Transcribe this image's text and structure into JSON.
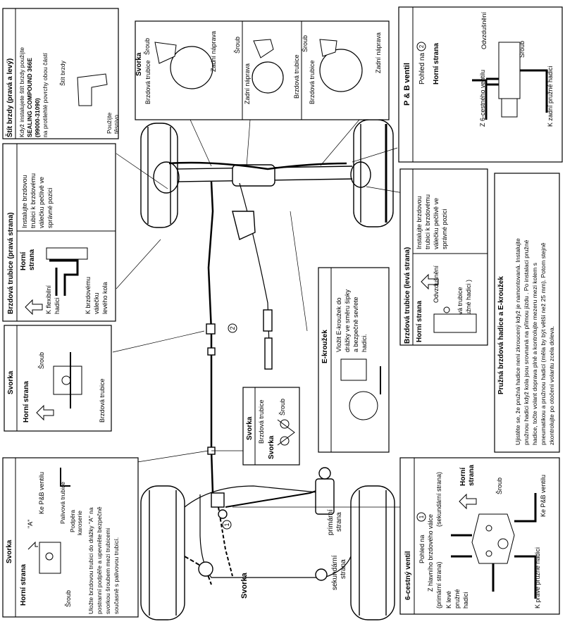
{
  "panel_sit": {
    "title": "Štít brzdy (pravá a levý)",
    "text": [
      "Když instalujete štít brzdy použijte",
      "SEALING COMPOUND 366E",
      "(99000-31090)",
      "na protilehlé povrchy obou částí"
    ],
    "part_label": "Štít brzdy",
    "sealant_label": [
      "Použijte",
      "těsnivo"
    ]
  },
  "panel_top_clamps": {
    "svorka": "Svorka",
    "brzdova_trubice": "Brzdová trubice",
    "sroub": "Šroub",
    "zadni_naprava": "Zadní náprava"
  },
  "panel_pb": {
    "title": "P & B  ventil",
    "view": "Pohled na",
    "view_num": "2",
    "horni_strana": "Horní strana",
    "odvzdusneni": "Odvzdušnění",
    "sroub": "Šroub",
    "ventil6": "Z 6-cestného ventilu",
    "zadni_hadice": "K zadní pružné hadici"
  },
  "panel_trubice_prava": {
    "title": "Brzdová trubice (pravá strana)",
    "instr": [
      "Instalujte brzdovou",
      "trubici k brzdovému",
      "válečku pečlivě ve",
      "správné pozici"
    ],
    "horni_strana": [
      "Horní",
      "strana"
    ],
    "flex": [
      "K flexibilní",
      "hadici"
    ],
    "valecek": [
      "K brzdovému",
      "válečku",
      "levého kola"
    ]
  },
  "panel_trubice_leva": {
    "title": "Brzdová trubice (levá strana)",
    "instr": [
      "Instalujte brzdovou",
      "trubici k brzdovému",
      "válečku pečlivě ve",
      "správné pozici"
    ],
    "horni_strana": "Horní strana",
    "odvzdusneni": "Odvzdušnění",
    "brzdova": "Brzdová trubice",
    "hadice": "( K pružné hadici )"
  },
  "panel_ekrouzek": {
    "title": "E-kroužek",
    "instr": [
      "Vložit E-kroužek do",
      "drážky ve směru šipky",
      "a bezpečně  sevřete",
      "hadici."
    ]
  },
  "panel_svorka_mid": {
    "title": "Svorka",
    "horni_strana": "Horní strana",
    "sroub": "Šroub",
    "brzdova": "Brzdová trubice"
  },
  "panel_pruzna": {
    "title": "Pružná brzdová hadice a E-kroužek",
    "lines": [
      "Ujistěte se, že pružná hadice není zkroucený když je namontovaná. Instalujte",
      "pružnou hadici když kola jsou srovnaná na přímou jízdu . Po instalaci pružné",
      "hadice, točte volant doprava plně a kontrolujte  mezeru mezi kolem s",
      "pneumatikou a pružnou hadicí (měla by být větší než 25 mm). Potom stejně",
      "zkontrolujte po otočení volantu zcela doleva."
    ]
  },
  "panel_svorka_small": {
    "svorka": "Svorka",
    "brzdova": "Brzdová trubice",
    "sroub": "Šroub"
  },
  "panel_svorka_bottom": {
    "title": "Svorka",
    "horni_strana": "Horní strana",
    "a_label": "\"A\"",
    "pb": "Ke  P&B ventilu",
    "palivova": "Palivová trubice",
    "podpera": [
      "Podpěra",
      "karoserie"
    ],
    "sroub": "Šroub",
    "instr": [
      "Uložte brzdovou trubici do drážky \"A\" na",
      "postranní podpěře a upevněte bezpečně",
      "svorkou šroubem mezi trubicemi",
      "současně s palivovou trubicí."
    ]
  },
  "panel_6ventil": {
    "title": "6-cestný ventil",
    "view": "Pohled na",
    "view_num": "1",
    "hlavni_valec": "Z hlavního brzdového válce",
    "primarni": "(primární strana)",
    "sekundarni": "(sekundární strana)",
    "horni_strana": [
      "Horní",
      "strana"
    ],
    "sroub": "Šroub",
    "pb": "Ke  P&B ventilu",
    "leve": [
      "K levé",
      "pružné",
      "hadici"
    ],
    "prave": "K pravé pružné hadici"
  },
  "chassis": {
    "label_svorka": "Svorka",
    "primarni": [
      "primární",
      "strana"
    ],
    "sekundarni": [
      "sekundární",
      "strana"
    ],
    "num1": "1",
    "num2": "2"
  }
}
